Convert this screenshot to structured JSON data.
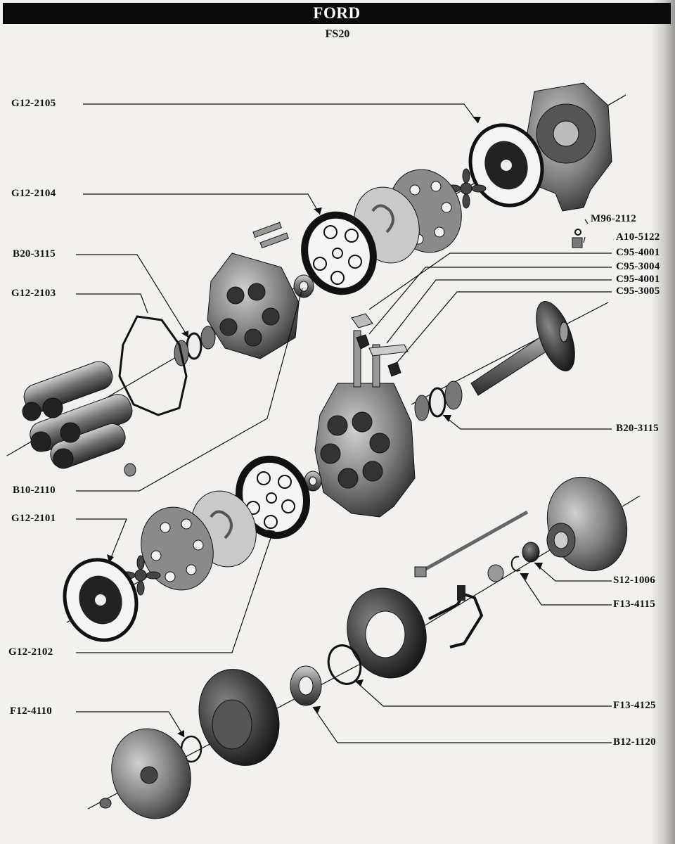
{
  "header": {
    "title": "FORD"
  },
  "subtitle": "FS20",
  "parts": [
    {
      "id": "G12-2105"
    },
    {
      "id": "G12-2104"
    },
    {
      "id": "B20-3115"
    },
    {
      "id": "G12-2103"
    },
    {
      "id": "B10-2110"
    },
    {
      "id": "G12-2101"
    },
    {
      "id": "G12-2102"
    },
    {
      "id": "F12-4110"
    },
    {
      "id": "M96-2112"
    },
    {
      "id": "A10-5122"
    },
    {
      "id": "C95-4001"
    },
    {
      "id": "C95-3004"
    },
    {
      "id": "C95-4001"
    },
    {
      "id": "C95-3005"
    },
    {
      "id": "B20-3115"
    },
    {
      "id": "S12-1006"
    },
    {
      "id": "F13-4115"
    },
    {
      "id": "F13-4125"
    },
    {
      "id": "B12-1120"
    }
  ],
  "colors": {
    "ink": "#111111",
    "metal_dark": "#3a3a3a",
    "metal_mid": "#7a7a7a",
    "metal_light": "#bdbdbd",
    "paper": "#f2f1ee"
  }
}
